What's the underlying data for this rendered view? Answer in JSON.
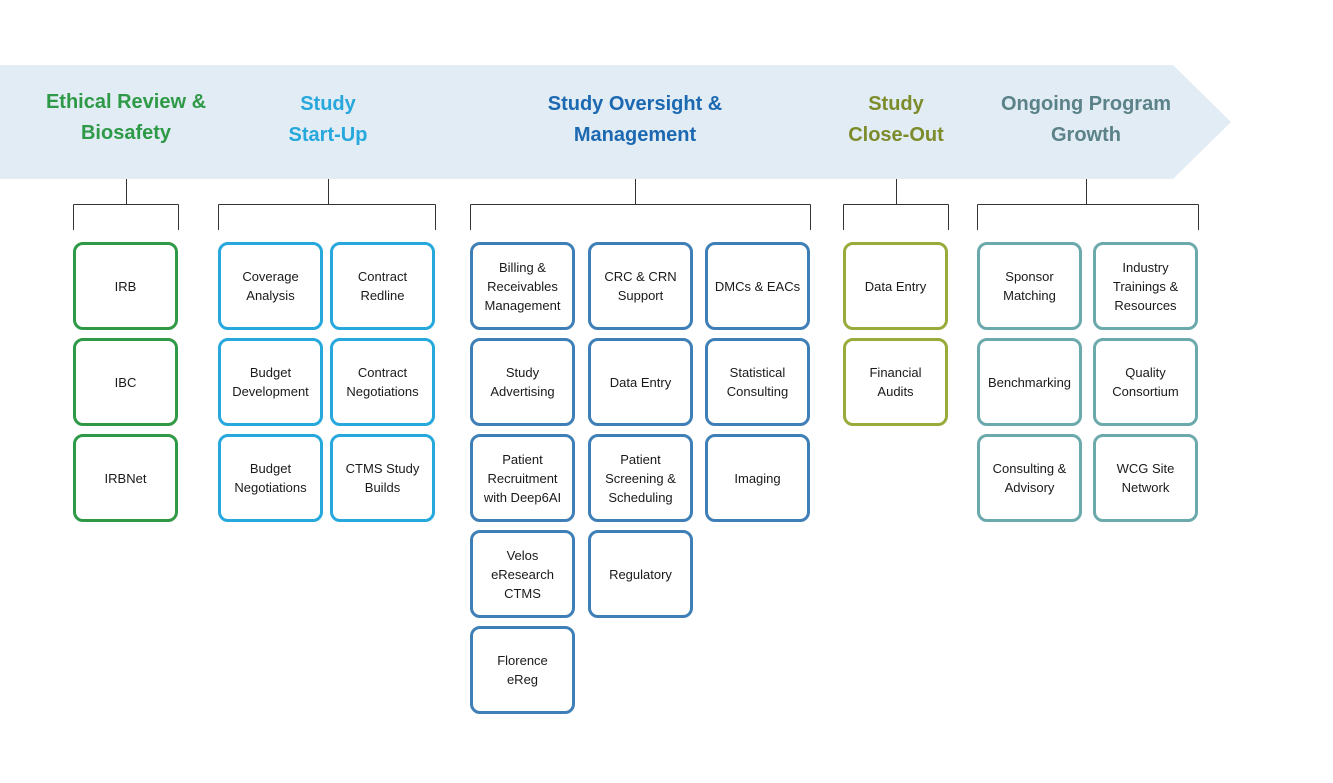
{
  "phases": [
    {
      "id": "ethical",
      "title": "Ethical Review &\nBiosafety",
      "color": "#2e9a47",
      "columns": [
        [
          "IRB",
          "IBC",
          "IRBNet"
        ]
      ]
    },
    {
      "id": "startup",
      "title": "Study\nStart-Up",
      "color": "#27a8dc",
      "columns": [
        [
          "Coverage\nAnalysis",
          "Budget\nDevelopment",
          "Budget\nNegotiations"
        ],
        [
          "Contract\nRedline",
          "Contract\nNegotiations",
          "CTMS Study\nBuilds"
        ]
      ]
    },
    {
      "id": "oversight",
      "title": "Study Oversight &\nManagement",
      "color": "#3f7fb8",
      "title_color": "#1c69b1",
      "columns": [
        [
          "Billing &\nReceivables\nManagement",
          "Study\nAdvertising",
          "Patient\nRecruitment\nwith Deep6AI",
          "Velos\neResearch\nCTMS",
          "Florence\neReg"
        ],
        [
          "CRC & CRN\nSupport",
          "Data Entry",
          "Patient\nScreening &\nScheduling",
          "Regulatory"
        ],
        [
          "DMCs & EACs",
          "Statistical\nConsulting",
          "Imaging"
        ]
      ]
    },
    {
      "id": "closeout",
      "title": "Study\nClose-Out",
      "color": "#9aab3c",
      "title_color": "#7d8c2b",
      "columns": [
        [
          "Data Entry",
          "Financial\nAudits"
        ]
      ]
    },
    {
      "id": "growth",
      "title": "Ongoing Program\nGrowth",
      "color": "#6ba9ad",
      "title_color": "#5a8288",
      "columns": [
        [
          "Sponsor\nMatching",
          "Benchmarking",
          "Consulting &\nAdvisory"
        ],
        [
          "Industry\nTrainings &\nResources",
          "Quality\nConsortium",
          "WCG Site\nNetwork"
        ]
      ]
    }
  ],
  "colors": {
    "banner": "#e2ecf5",
    "connector": "#333333"
  }
}
